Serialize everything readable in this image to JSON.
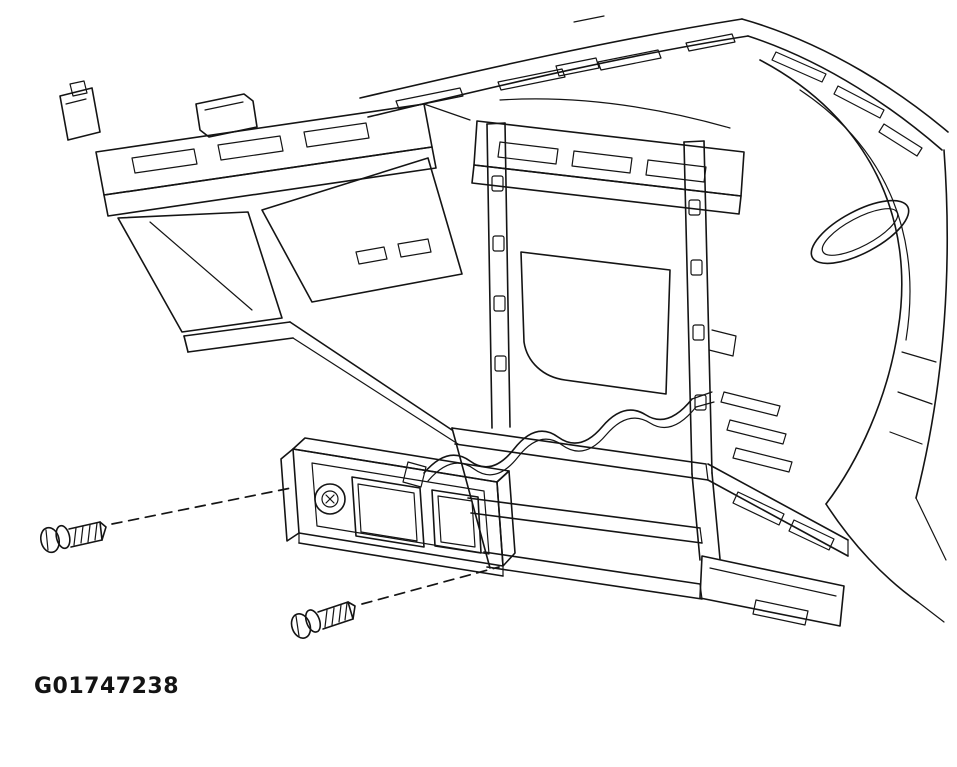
{
  "figure": {
    "id": "G01747238"
  },
  "diagram": {
    "kind": "black-and-white technical line drawing",
    "parts": [
      "instrument-panel-cowl",
      "left-support-frame",
      "center-stack-rails",
      "center-top-beam",
      "lower-cradle",
      "right-dash-panel",
      "wiring-harness",
      "switch-panel",
      "mounting-screw-front",
      "mounting-screw-lower"
    ]
  },
  "colors": {
    "background": "#ffffff",
    "line": "#141414"
  }
}
